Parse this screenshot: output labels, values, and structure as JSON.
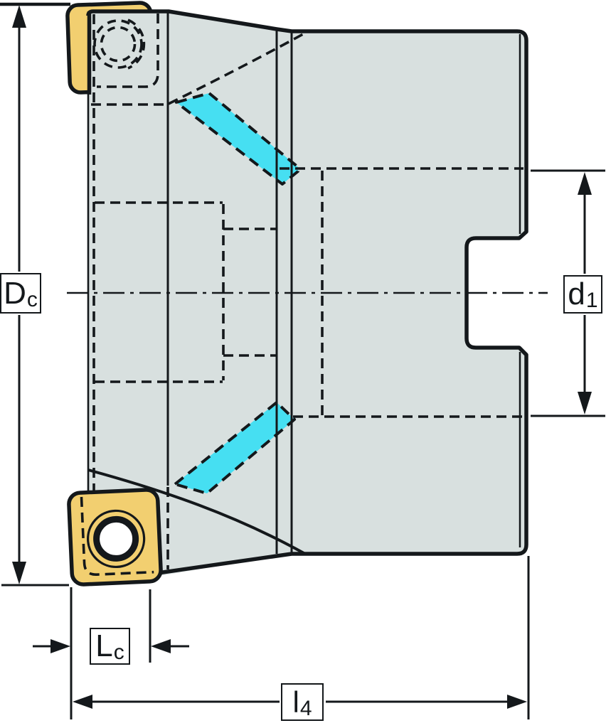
{
  "diagram": {
    "kind": "technical-drawing",
    "subject": "indexable face milling cutter side view with dimension callouts",
    "colors": {
      "background": "#ffffff",
      "body_fill": "#d8e0df",
      "insert_fill": "#f2cf70",
      "flute_fill": "#46dff2",
      "line": "#14181b",
      "label_bg": "#ffffff"
    },
    "labels": {
      "dc": {
        "main": "D",
        "sub": "c"
      },
      "d1": {
        "main": "d",
        "sub": "1"
      },
      "lc": {
        "main": "L",
        "sub": "c"
      },
      "l4": {
        "main": "l",
        "sub": "4"
      }
    }
  }
}
